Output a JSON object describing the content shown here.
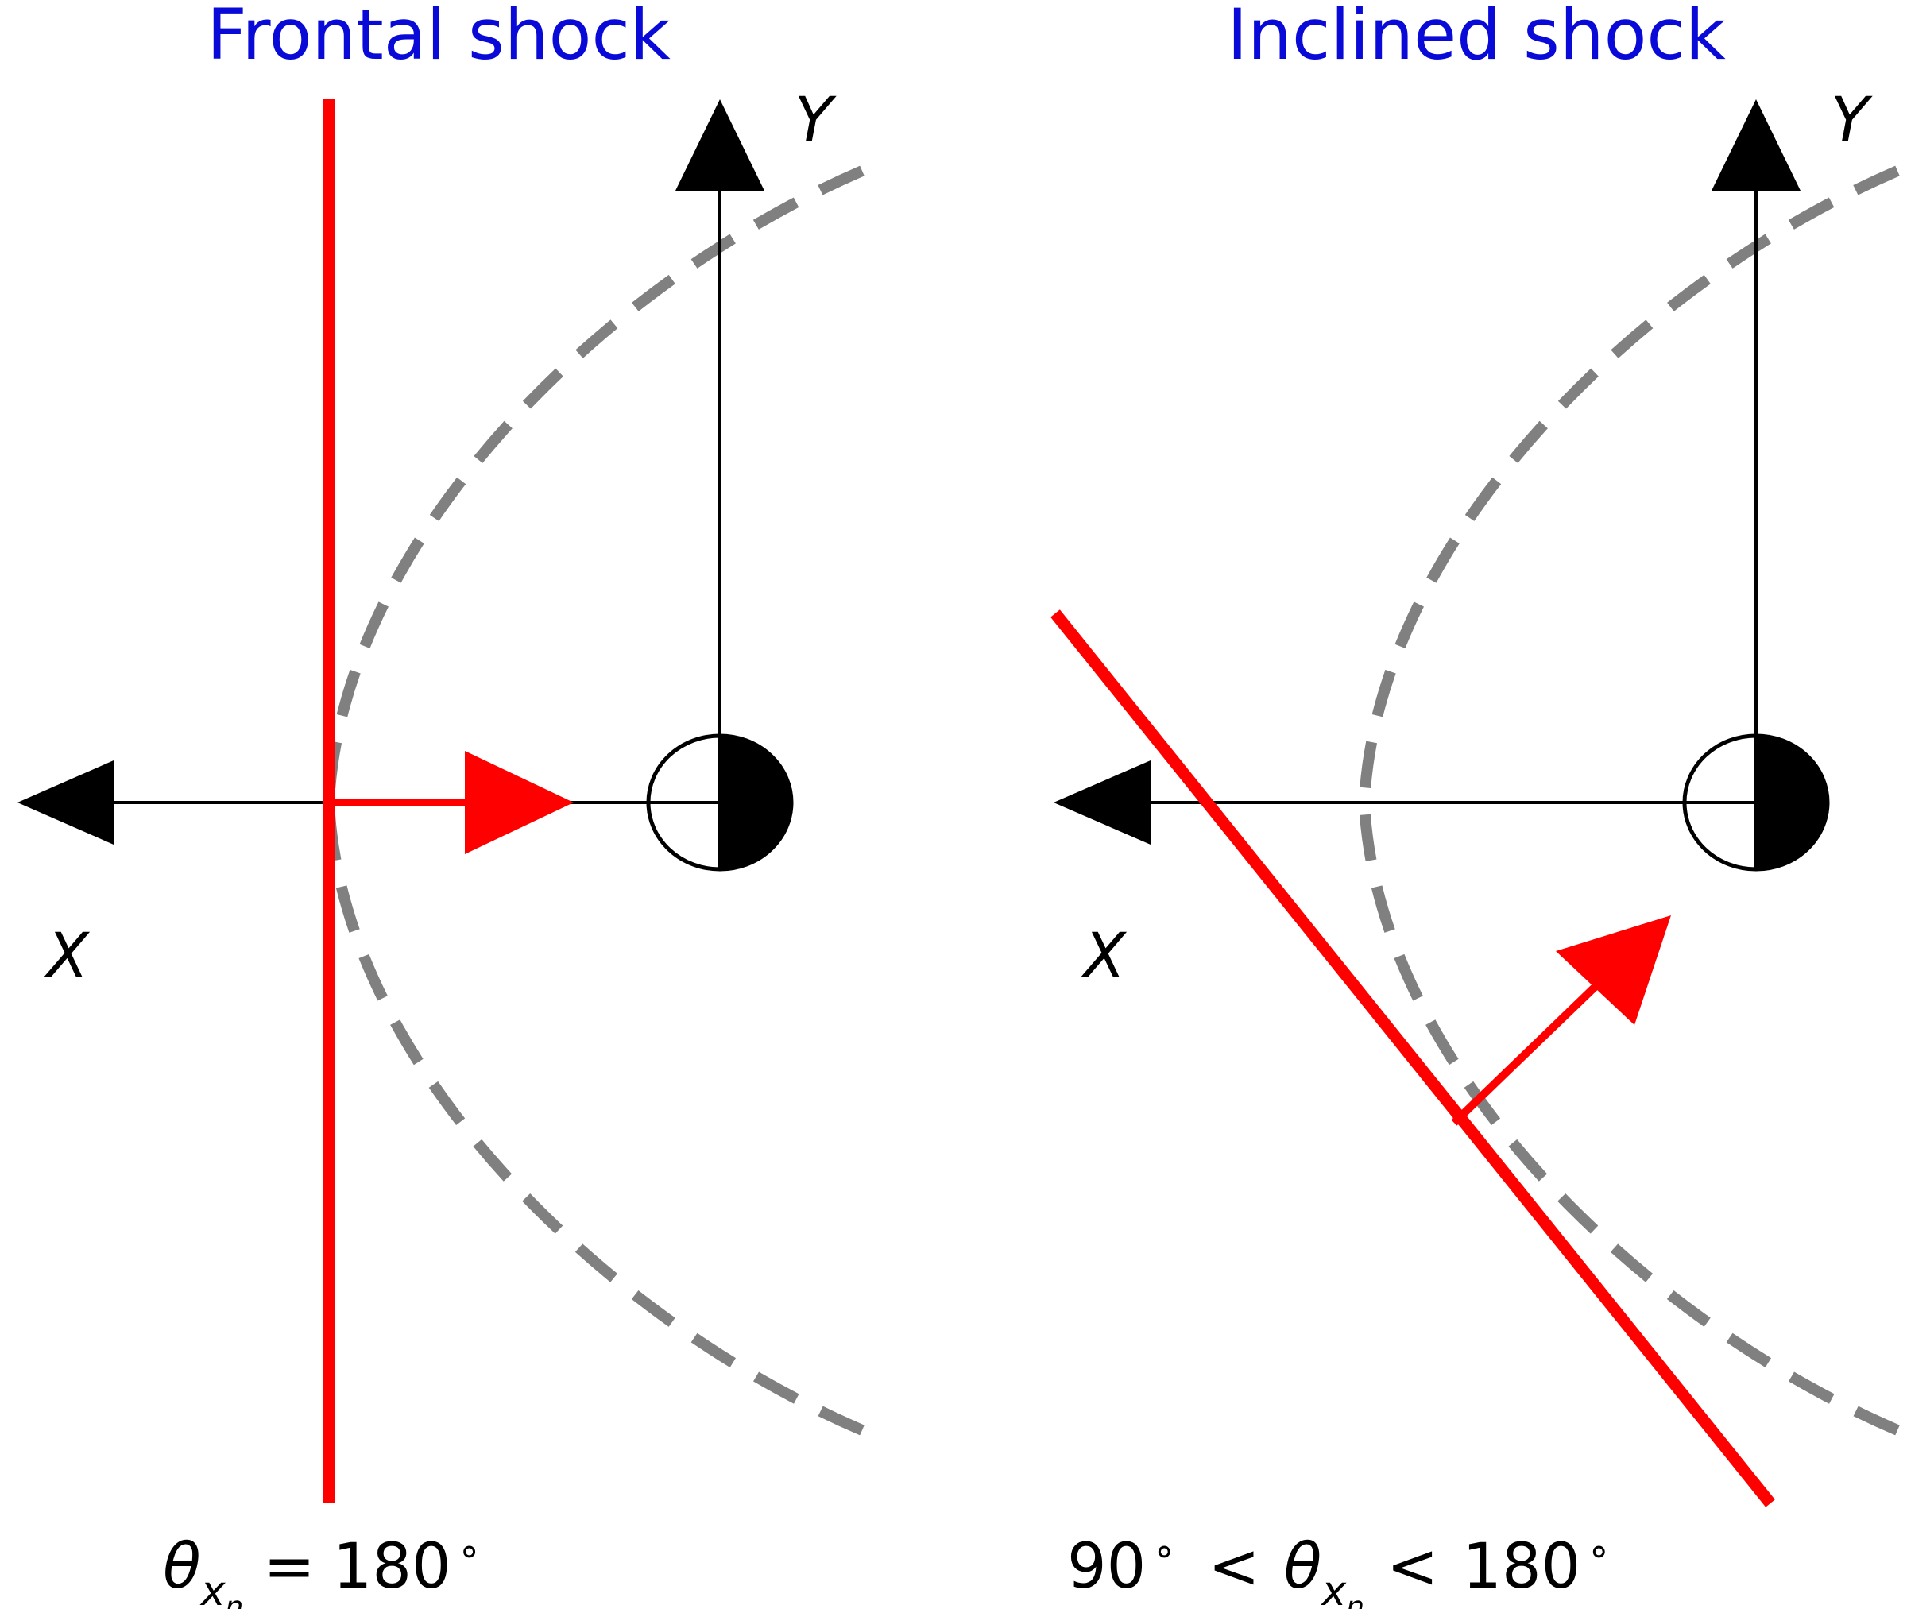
{
  "panels": [
    {
      "id": "frontal",
      "title": "Frontal shock",
      "x_axis_label": "X",
      "y_axis_label": "Y",
      "caption_theta": "θ",
      "caption_sub": "x",
      "caption_subsub": "n",
      "caption_rel": "=",
      "caption_value": "180",
      "caption_deg": "∘"
    },
    {
      "id": "inclined",
      "title": "Inclined shock",
      "x_axis_label": "X",
      "y_axis_label": "Y",
      "caption_lower": "90",
      "caption_lower_deg": "∘",
      "caption_lt1": "<",
      "caption_theta": "θ",
      "caption_sub": "x",
      "caption_subsub": "n",
      "caption_lt2": "<",
      "caption_upper": "180",
      "caption_upper_deg": "∘"
    }
  ],
  "colors": {
    "title": "#0a0ad8",
    "shock": "#ff0000",
    "magnetopause": "#808080",
    "axes": "#000000"
  }
}
